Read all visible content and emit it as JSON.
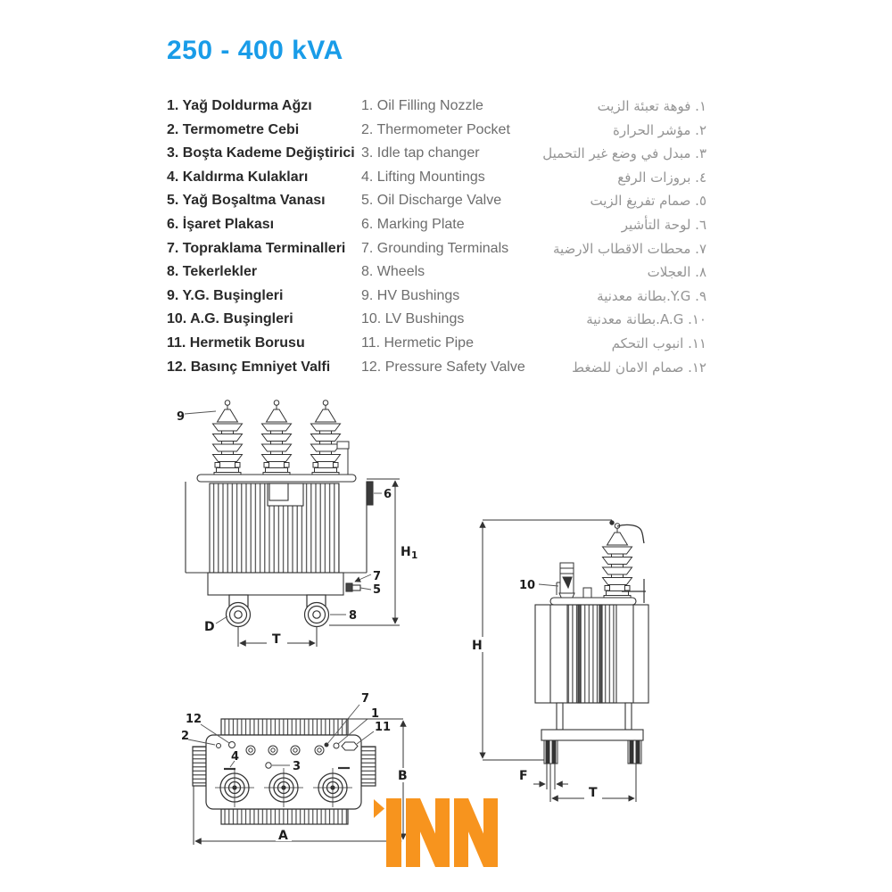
{
  "page": {
    "title": "250 - 400 kVA",
    "title_color": "#199ce8",
    "background": "#ffffff"
  },
  "logo": {
    "text": "INN",
    "color": "#F7941E"
  },
  "parts": [
    {
      "tr": "1. Yağ Doldurma Ağzı",
      "en": "1. Oil Filling Nozzle",
      "ar": "١. فوهة تعبئة الزيت"
    },
    {
      "tr": "2. Termometre Cebi",
      "en": "2. Thermometer Pocket",
      "ar": "٢. مؤشر الحرارة"
    },
    {
      "tr": "3. Boşta Kademe Değiştirici",
      "en": "3. Idle tap changer",
      "ar": "٣. مبدل في وضع غير التحميل"
    },
    {
      "tr": "4. Kaldırma Kulakları",
      "en": "4. Lifting Mountings",
      "ar": "٤. بروزات الرفع"
    },
    {
      "tr": "5. Yağ Boşaltma Vanası",
      "en": "5. Oil Discharge Valve",
      "ar": "٥. صمام تفريغ الزيت"
    },
    {
      "tr": "6. İşaret Plakası",
      "en": "6. Marking Plate",
      "ar": "٦. لوحة التأشير"
    },
    {
      "tr": "7. Topraklama Terminalleri",
      "en": "7. Grounding Terminals",
      "ar": "٧. محطات الاقطاب الارضية"
    },
    {
      "tr": "8. Tekerlekler",
      "en": "8. Wheels",
      "ar": "٨. العجلات"
    },
    {
      "tr": "9. Y.G. Buşingleri",
      "en": "9. HV Bushings",
      "ar": "٩. Y.G.بطانة معدنية"
    },
    {
      "tr": "10. A.G. Buşingleri",
      "en": "10. LV Bushings",
      "ar": "١٠. A.G.بطانة معدنية"
    },
    {
      "tr": "11. Hermetik Borusu",
      "en": "11. Hermetic Pipe",
      "ar": "١١. انبوب التحكم"
    },
    {
      "tr": "12. Basınç Emniyet Valfi",
      "en": "12. Pressure Safety Valve",
      "ar": "١٢. صمام الامان للضغط"
    }
  ],
  "front_view": {
    "labels": {
      "n9": "9",
      "n6": "6",
      "n7": "7",
      "n5": "5",
      "n8": "8"
    },
    "dims": {
      "h": "H",
      "h_sub": "1",
      "d": "D",
      "t": "T"
    }
  },
  "side_view": {
    "labels": {
      "n10": "10"
    },
    "dims": {
      "h": "H",
      "f": "F",
      "t": "T"
    }
  },
  "top_view": {
    "labels": {
      "n12": "12",
      "n2": "2",
      "n4": "4",
      "n3": "3",
      "n7": "7",
      "n1": "1",
      "n11": "11"
    },
    "dims": {
      "a": "A",
      "b": "B"
    }
  }
}
